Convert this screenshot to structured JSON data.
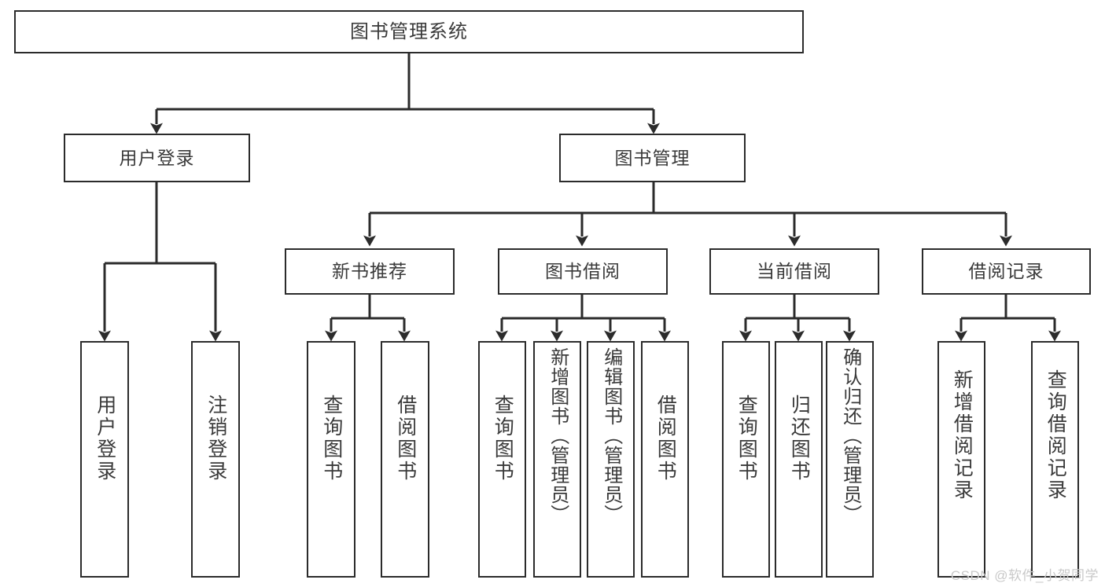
{
  "diagram": {
    "title": "图书管理系统",
    "type": "tree-hierarchy",
    "watermark": "CSDN @软件_小贺同学",
    "colors": {
      "stroke": "#2b2b2b",
      "text": "#3a3a3a",
      "background": "#ffffff",
      "watermark": "#c9c9c9"
    },
    "nodes": {
      "root": {
        "label": "图书管理系统"
      },
      "level2": [
        {
          "id": "user-login",
          "label": "用户登录"
        },
        {
          "id": "book-manage",
          "label": "图书管理"
        }
      ],
      "level3": [
        {
          "id": "new-book-recommend",
          "label": "新书推荐"
        },
        {
          "id": "book-borrow",
          "label": "图书借阅"
        },
        {
          "id": "current-borrow",
          "label": "当前借阅"
        },
        {
          "id": "borrow-record",
          "label": "借阅记录"
        }
      ],
      "leaves": {
        "user-login": [
          {
            "id": "leaf-user-login",
            "label": "用户登录"
          },
          {
            "id": "leaf-logout-login",
            "label": "注销登录"
          }
        ],
        "new-book-recommend": [
          {
            "id": "leaf-query-book-1",
            "label": "查询图书"
          },
          {
            "id": "leaf-borrow-book-1",
            "label": "借阅图书"
          }
        ],
        "book-borrow": [
          {
            "id": "leaf-query-book-2",
            "label": "查询图书"
          },
          {
            "id": "leaf-add-book-admin",
            "label": "新增图书（管理员）"
          },
          {
            "id": "leaf-edit-book-admin",
            "label": "编辑图书（管理员）"
          },
          {
            "id": "leaf-borrow-book-2",
            "label": "借阅图书"
          }
        ],
        "current-borrow": [
          {
            "id": "leaf-query-book-3",
            "label": "查询图书"
          },
          {
            "id": "leaf-return-book",
            "label": "归还图书"
          },
          {
            "id": "leaf-confirm-return-admin",
            "label": "确认归还（管理员）"
          }
        ],
        "borrow-record": [
          {
            "id": "leaf-add-borrow-record",
            "label": "新增借阅记录"
          },
          {
            "id": "leaf-query-borrow-record",
            "label": "查询借阅记录"
          }
        ]
      }
    }
  }
}
